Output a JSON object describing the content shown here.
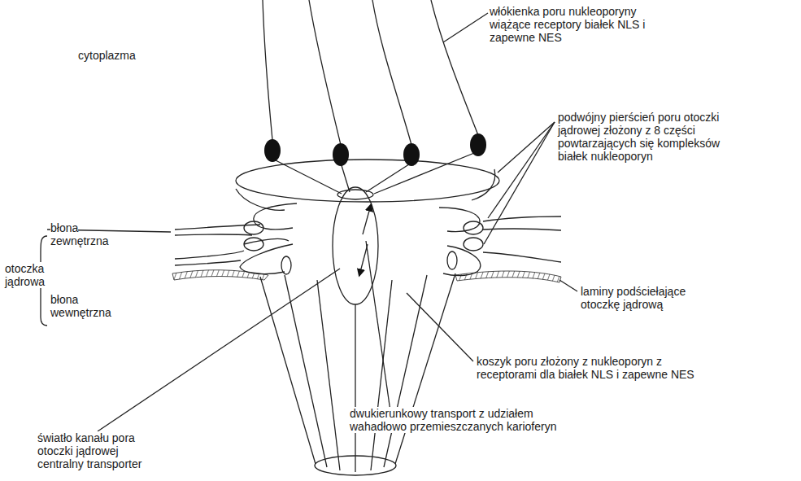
{
  "diagram": {
    "labels": [
      "cytoplazma",
      "włókienka poru nukleoporyny wiążące receptory białek NLS i zapewne NES",
      "podwójny pierścień poru otoczki jądrowej złożony z 8 części powtarzających się kompleksów białek nukleoporyn",
      "błona zewnętrzna",
      "otoczka jądrowa",
      "błona wewnętrzna",
      "laminy podściełające otoczkę jądrową",
      "koszyk poru złożony z nukleoporyn z receptorami dla białek NLS i zapewne NES",
      "światło kanału pora otoczki jądrowej centralny transporter",
      "dwukierunkowy transport z udziałem wahadłowo przemieszczanych karioferyn"
    ]
  }
}
